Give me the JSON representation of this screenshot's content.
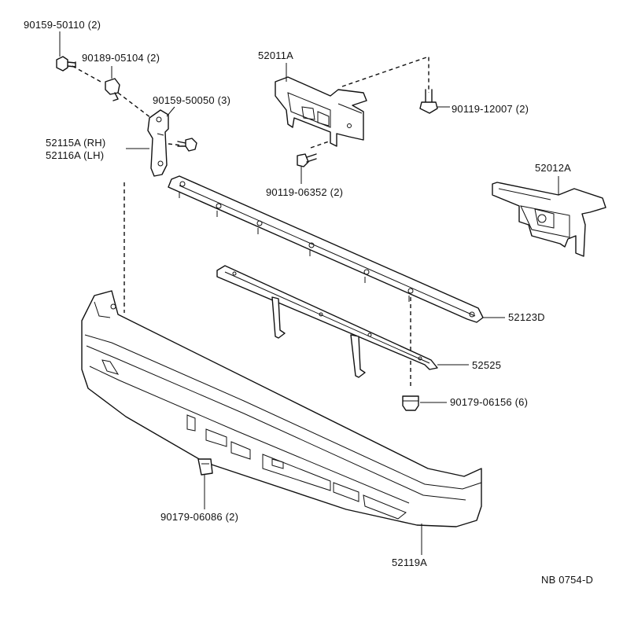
{
  "labels": {
    "p90159_50110": "90159-50110 (2)",
    "p90189_05104": "90189-05104 (2)",
    "p90159_50050": "90159-50050 (3)",
    "p52115a": "52115A (RH)",
    "p52116a": "52116A (LH)",
    "p52011a": "52011A",
    "p90119_12007": "90119-12007 (2)",
    "p90119_06352": "90119-06352 (2)",
    "p52012a": "52012A",
    "p52123d": "52123D",
    "p52525": "52525",
    "p90179_06156": "90179-06156 (6)",
    "p90179_06086": "90179-06086 (2)",
    "p52119a": "52119A",
    "drawing_code": "NB 0754-D"
  }
}
